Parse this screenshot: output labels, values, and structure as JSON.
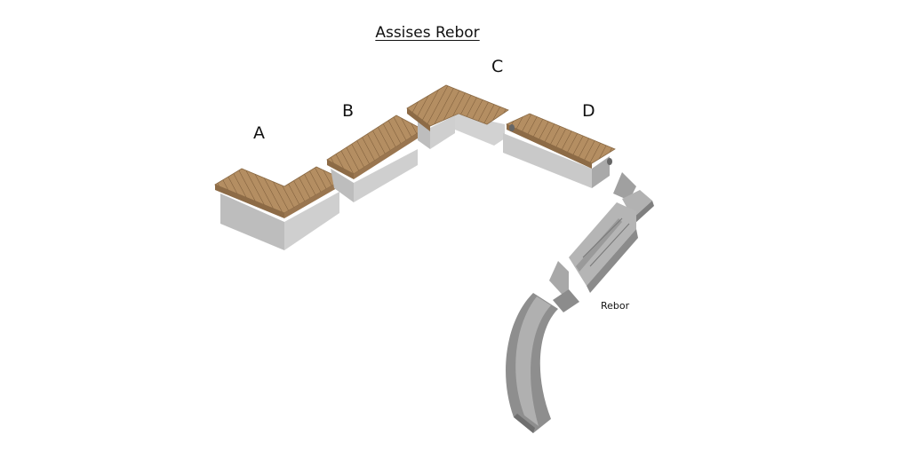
{
  "title": "Assises Rebor",
  "labels": {
    "a": "A",
    "b": "B",
    "c": "C",
    "d": "D",
    "rebor": "Rebor"
  },
  "colors": {
    "wood_top": "#b48e62",
    "wood_front": "#9a7650",
    "slat_line": "#7a5a38",
    "steel_front": "#c7c7c7",
    "steel_side": "#a9a9a9",
    "steel_dark": "#7f7f7f",
    "bracket": "#9c9c9c"
  }
}
